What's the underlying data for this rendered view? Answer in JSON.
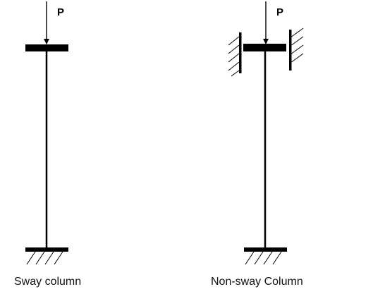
{
  "diagram": {
    "left_column": {
      "load_label": "P",
      "caption": "Sway column"
    },
    "right_column": {
      "load_label": "P",
      "caption": "Non-sway Column"
    }
  },
  "colors": {
    "stroke": "#000000",
    "background": "#ffffff"
  }
}
